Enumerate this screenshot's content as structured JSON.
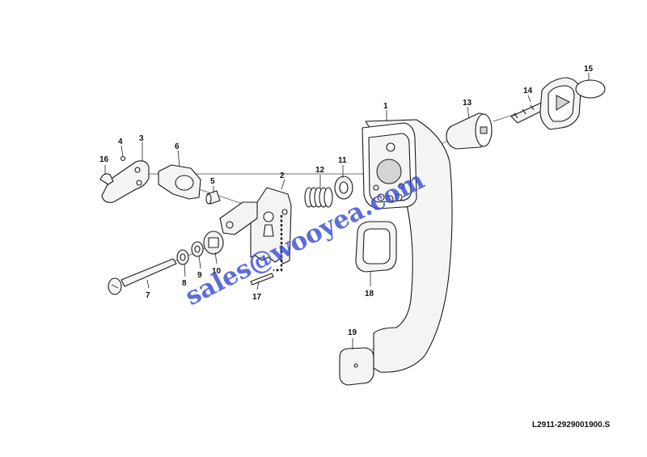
{
  "callouts": [
    {
      "id": "1",
      "label": "1"
    },
    {
      "id": "2",
      "label": "2"
    },
    {
      "id": "3",
      "label": "3"
    },
    {
      "id": "4",
      "label": "4"
    },
    {
      "id": "5",
      "label": "5"
    },
    {
      "id": "6",
      "label": "6"
    },
    {
      "id": "7",
      "label": "7"
    },
    {
      "id": "8",
      "label": "8"
    },
    {
      "id": "9",
      "label": "9"
    },
    {
      "id": "10",
      "label": "10"
    },
    {
      "id": "11",
      "label": "11"
    },
    {
      "id": "12",
      "label": "12"
    },
    {
      "id": "13",
      "label": "13"
    },
    {
      "id": "14",
      "label": "14"
    },
    {
      "id": "15",
      "label": "15"
    },
    {
      "id": "16",
      "label": "16"
    },
    {
      "id": "17",
      "label": "17"
    },
    {
      "id": "18",
      "label": "18"
    },
    {
      "id": "19",
      "label": "19"
    }
  ],
  "watermark": "sales@wooyea.com",
  "drawing_code": "L2911-2929001900.S",
  "colors": {
    "watermark": "#3a4fd1",
    "line": "#1a1a1a"
  }
}
